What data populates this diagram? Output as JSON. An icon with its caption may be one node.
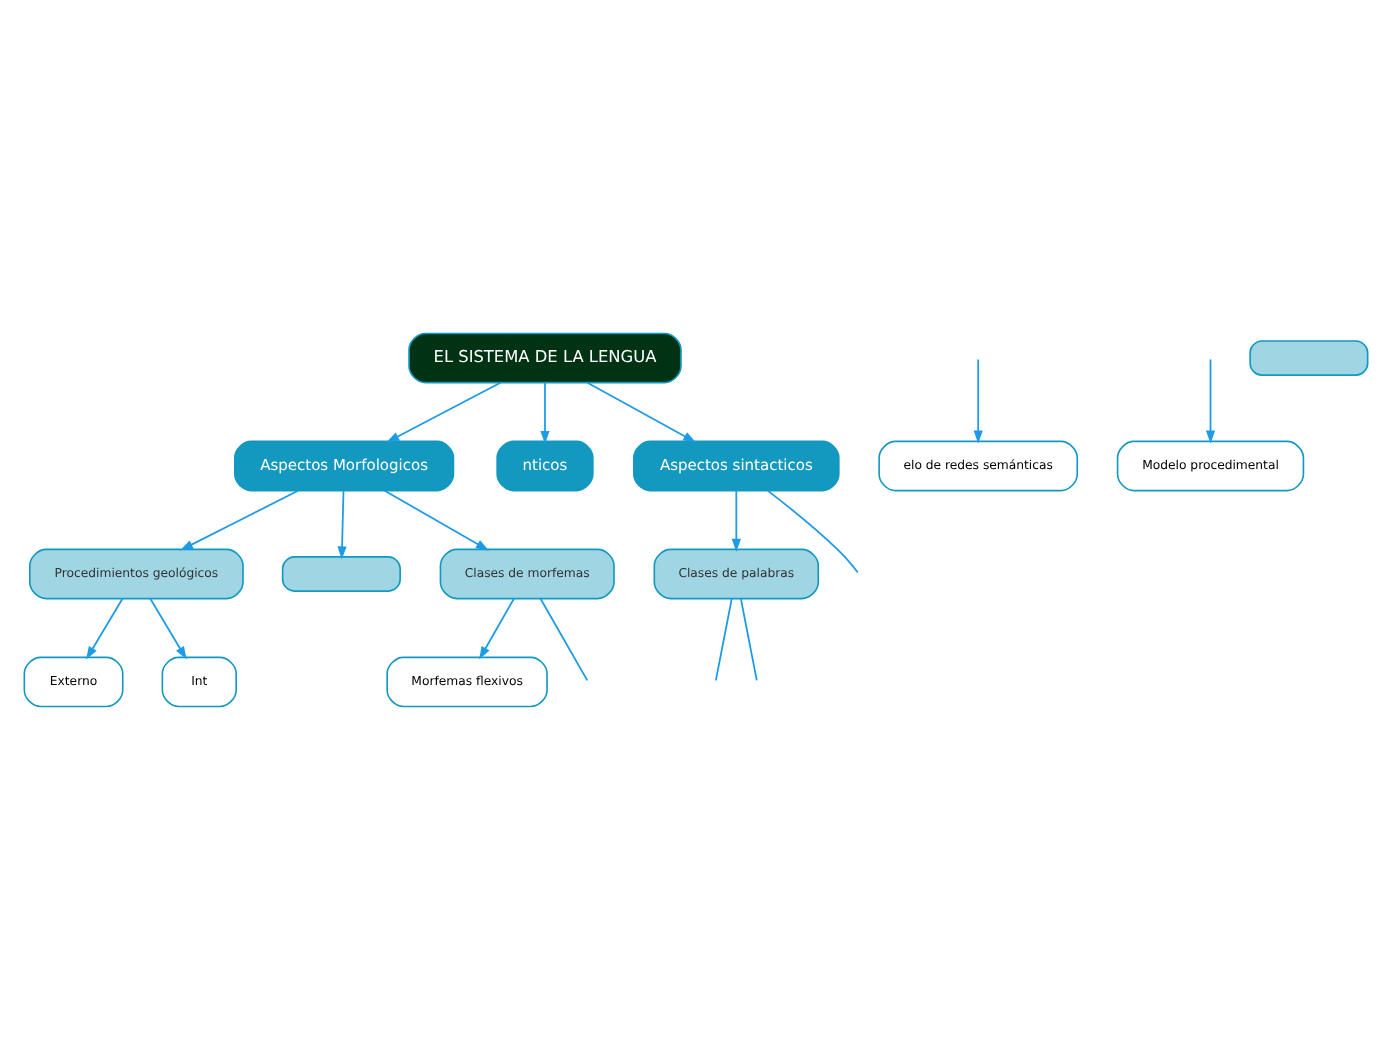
{
  "diagram": {
    "nodes": [
      {
        "text": [
          "EL SISTEMA DE LA LENGUA"
        ]
      },
      {
        "text": [
          "Aspectos Morfologicos"
        ]
      },
      {
        "text": [
          "Procedimientos geológicos"
        ]
      },
      {
        "text": [
          "Externo"
        ]
      },
      {
        "text": [
          "Int"
        ]
      },
      {
        "text": [],
        "shape": "box"
      },
      {
        "text": [
          "Clases de morfemas"
        ]
      },
      {
        "text": [
          "Morfemas flexivos"
        ]
      },
      {
        "text": [
          "nticos"
        ]
      },
      {
        "text": [
          "elo de redes semánticas"
        ]
      },
      {
        "text": [
          "Modelo procedimental"
        ]
      },
      {
        "text": [
          "Aspectos sintacticos"
        ]
      },
      {
        "text": [
          "Clases de palabras"
        ]
      },
      {
        "text": [],
        "shape": "box"
      }
    ],
    "edges": [
      {
        "from": 0,
        "to": 1,
        "arrow": "to"
      },
      {
        "from": 1,
        "to": 2,
        "arrow": "to"
      },
      {
        "from": 2,
        "to": 3,
        "arrow": "to"
      },
      {
        "from": 2,
        "to": 4,
        "arrow": "to"
      },
      {
        "from": 1,
        "to": 5,
        "arrow": "to"
      },
      {
        "from": 1,
        "to": 6,
        "arrow": "to"
      },
      {
        "from": 6,
        "to": 7,
        "arrow": "to"
      },
      {
        "from": 6,
        "to": null,
        "arrow": "none"
      },
      {
        "from": 0,
        "to": 8,
        "arrow": "to"
      },
      {
        "from": null,
        "to": 9,
        "arrow": "to"
      },
      {
        "from": null,
        "to": 10,
        "arrow": "to"
      },
      {
        "from": 0,
        "to": 11,
        "arrow": "to"
      },
      {
        "from": 11,
        "to": 12,
        "arrow": "to"
      },
      {
        "from": 11,
        "to": null,
        "arrow": "none"
      },
      {
        "from": 12,
        "to": null,
        "arrow": "none"
      },
      {
        "from": 12,
        "to": null,
        "arrow": "none"
      }
    ]
  }
}
